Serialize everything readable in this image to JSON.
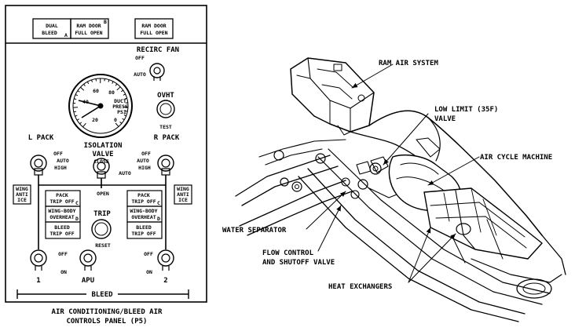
{
  "panel": {
    "annunciator_top_left_1": "DUAL",
    "annunciator_top_left_2": "BLEED",
    "annunciator_top_left_sub": "A",
    "annunciator_top_mid_1": "RAM DOOR",
    "annunciator_top_mid_2": "FULL OPEN",
    "annunciator_top_mid_sub": "B",
    "annunciator_top_right_1": "RAM DOOR",
    "annunciator_top_right_2": "FULL OPEN",
    "recirc_fan": "RECIRC FAN",
    "recirc_off": "OFF",
    "recirc_auto": "AUTO",
    "gauge_ticks": [
      "60",
      "80",
      "40",
      "20",
      "0"
    ],
    "gauge_label_1": "DUCT",
    "gauge_label_2": "PRESS",
    "gauge_label_3": "PSI",
    "ovht": "OVHT",
    "test": "TEST",
    "l_pack": "L PACK",
    "r_pack": "R PACK",
    "pack_off": "OFF",
    "pack_auto": "AUTO",
    "pack_high": "HIGH",
    "isolation_1": "ISOLATION",
    "isolation_2": "VALVE",
    "isolation_close": "CLOSE",
    "isolation_auto": "AUTO",
    "isolation_open": "OPEN",
    "wing_anti_ice_1": "WING",
    "wing_anti_ice_2": "ANTI",
    "wing_anti_ice_3": "ICE",
    "pack_trip_1": "PACK",
    "pack_trip_2": "TRIP OFF",
    "wing_body_1": "WING-BODY",
    "wing_body_2": "OVERHEAT",
    "bleed_trip_1": "BLEED",
    "bleed_trip_2": "TRIP OFF",
    "sub_c": "C",
    "sub_d": "D",
    "trip": "TRIP",
    "reset": "RESET",
    "bleed_off": "OFF",
    "bleed_on": "ON",
    "engine_1": "1",
    "engine_2": "2",
    "apu": "APU",
    "bleed_label": "BLEED",
    "caption_1": "AIR CONDITIONING/BLEED AIR",
    "caption_2": "CONTROLS PANEL (P5)"
  },
  "system": {
    "ram_air_system": "RAM AIR SYSTEM",
    "low_limit_1": "LOW LIMIT (35F)",
    "low_limit_2": "VALVE",
    "air_cycle_machine": "AIR CYCLE MACHINE",
    "water_separator": "WATER SEPARATOR",
    "flow_control_1": "FLOW CONTROL",
    "flow_control_2": "AND SHUTOFF VALVE",
    "heat_exchangers": "HEAT EXCHANGERS"
  }
}
